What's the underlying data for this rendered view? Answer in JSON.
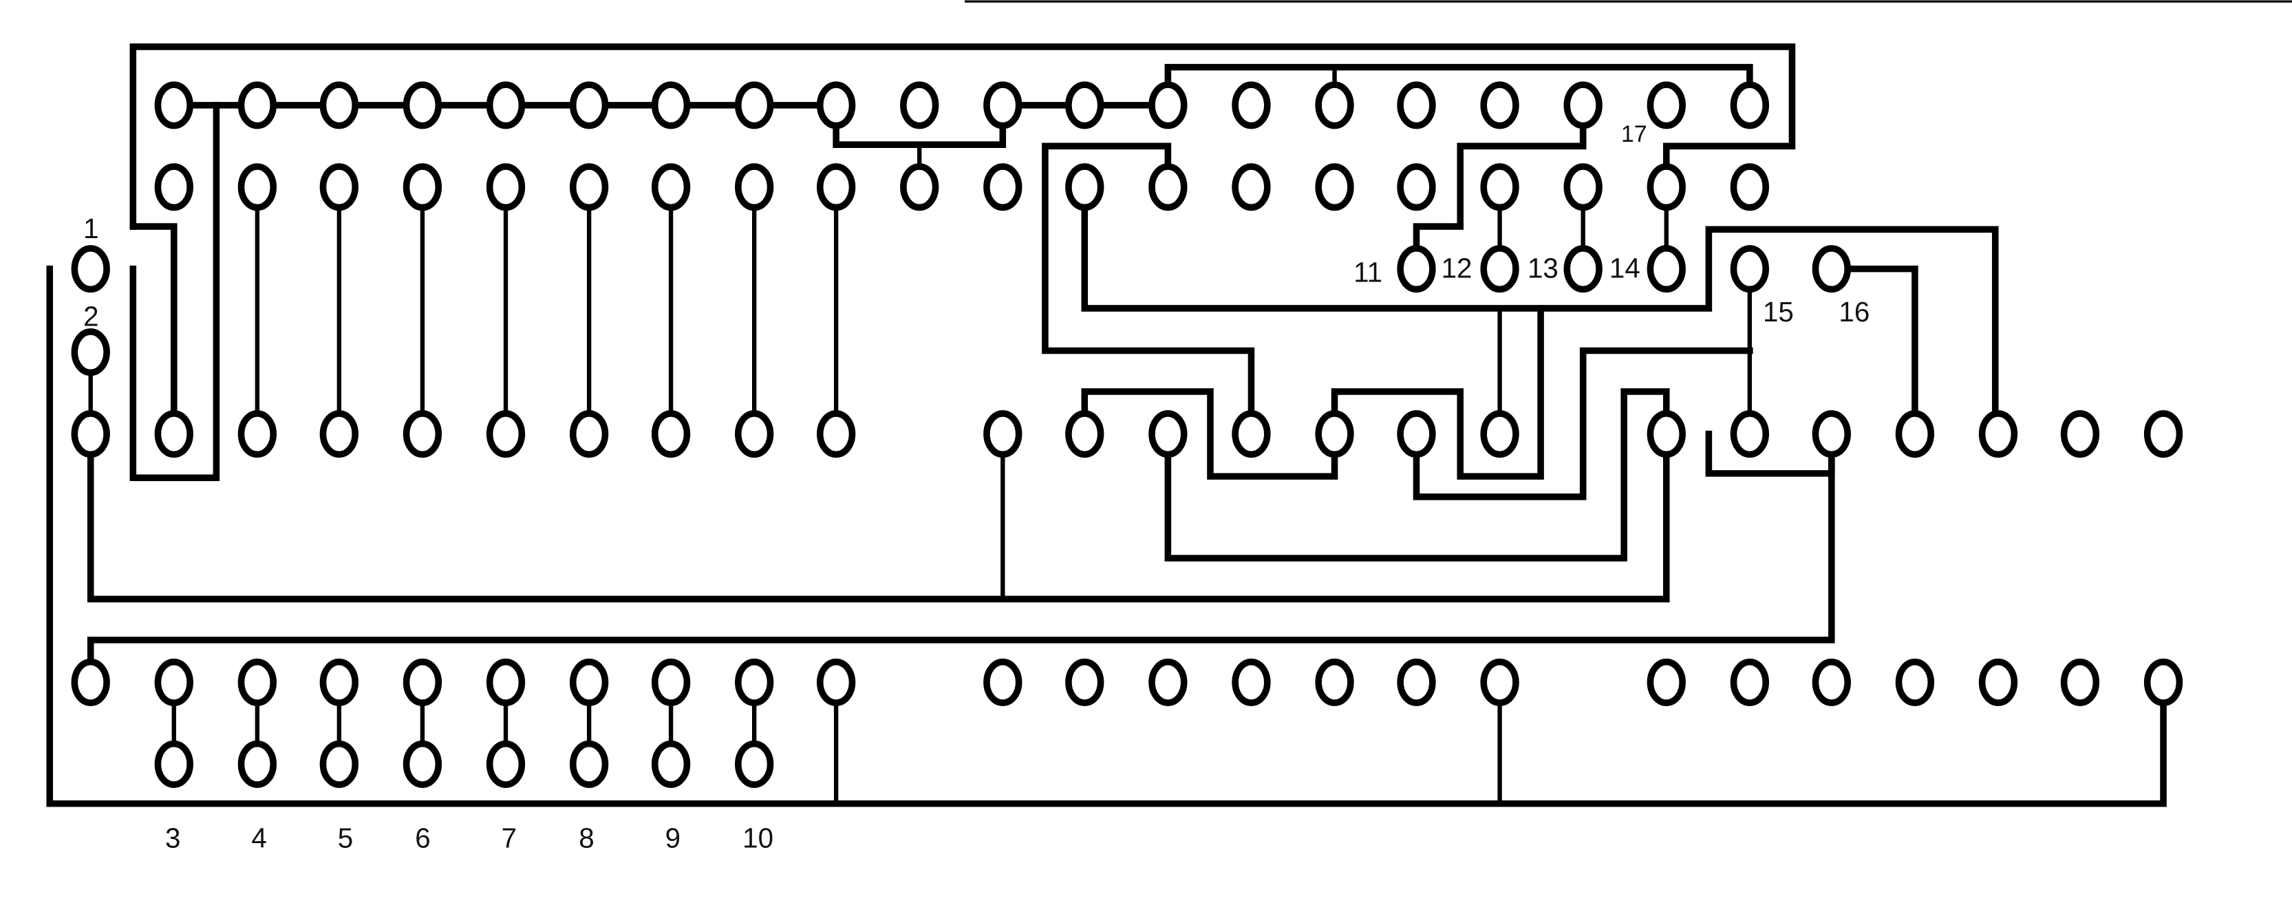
{
  "diagram": {
    "type": "pcb-trace-layout",
    "colors": {
      "trace": "#000000",
      "background": "#ffffff"
    },
    "pin_labels": [
      {
        "id": "1",
        "text": "1"
      },
      {
        "id": "2",
        "text": "2"
      },
      {
        "id": "3",
        "text": "3"
      },
      {
        "id": "4",
        "text": "4"
      },
      {
        "id": "5",
        "text": "5"
      },
      {
        "id": "6",
        "text": "6"
      },
      {
        "id": "7",
        "text": "7"
      },
      {
        "id": "8",
        "text": "8"
      },
      {
        "id": "9",
        "text": "9"
      },
      {
        "id": "10",
        "text": "10"
      },
      {
        "id": "11",
        "text": "11"
      },
      {
        "id": "12",
        "text": "12"
      },
      {
        "id": "13",
        "text": "13"
      },
      {
        "id": "14",
        "text": "14"
      },
      {
        "id": "15",
        "text": "15"
      },
      {
        "id": "16",
        "text": "16"
      },
      {
        "id": "17",
        "text": "17"
      }
    ]
  }
}
